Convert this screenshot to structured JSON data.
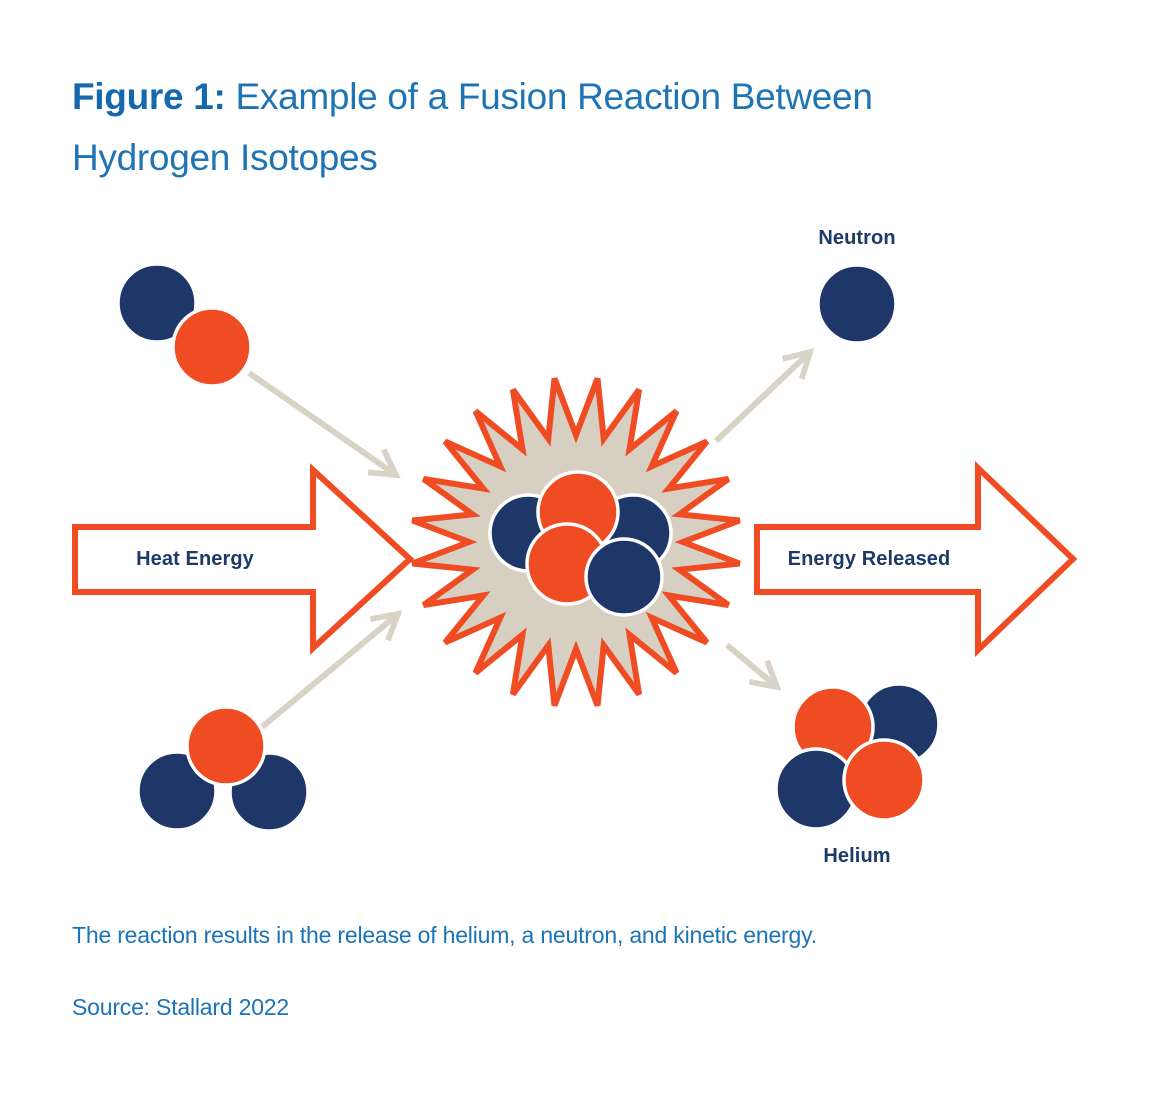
{
  "title": {
    "prefix": "Figure 1:",
    "rest_line1": "Example of a Fusion Reaction Between",
    "line2": "Hydrogen Isotopes"
  },
  "labels": {
    "heat_energy": "Heat Energy",
    "energy_released": "Energy Released",
    "neutron": "Neutron",
    "helium": "Helium"
  },
  "caption": "The reaction results in the release of helium, a neutron, and kinetic energy.",
  "source": "Source: Stallard 2022",
  "colors": {
    "orange": "#F04C23",
    "navy": "#1F3768",
    "title_blue_bold": "#1568AE",
    "title_blue": "#1F74B4",
    "caption_blue": "#1B74B6",
    "label_navy": "#1E3A68",
    "starburst_fill": "#D6CFC2",
    "connector_beige": "#D9D3C7",
    "circle_outline": "#FFFFFF"
  },
  "icons": {
    "starburst": "fusion-starburst-icon",
    "block_arrow": "orange-outline-block-arrow-icon",
    "connector": "beige-open-arrow-icon",
    "proton": "orange-circle",
    "neutron_particle": "navy-circle"
  }
}
